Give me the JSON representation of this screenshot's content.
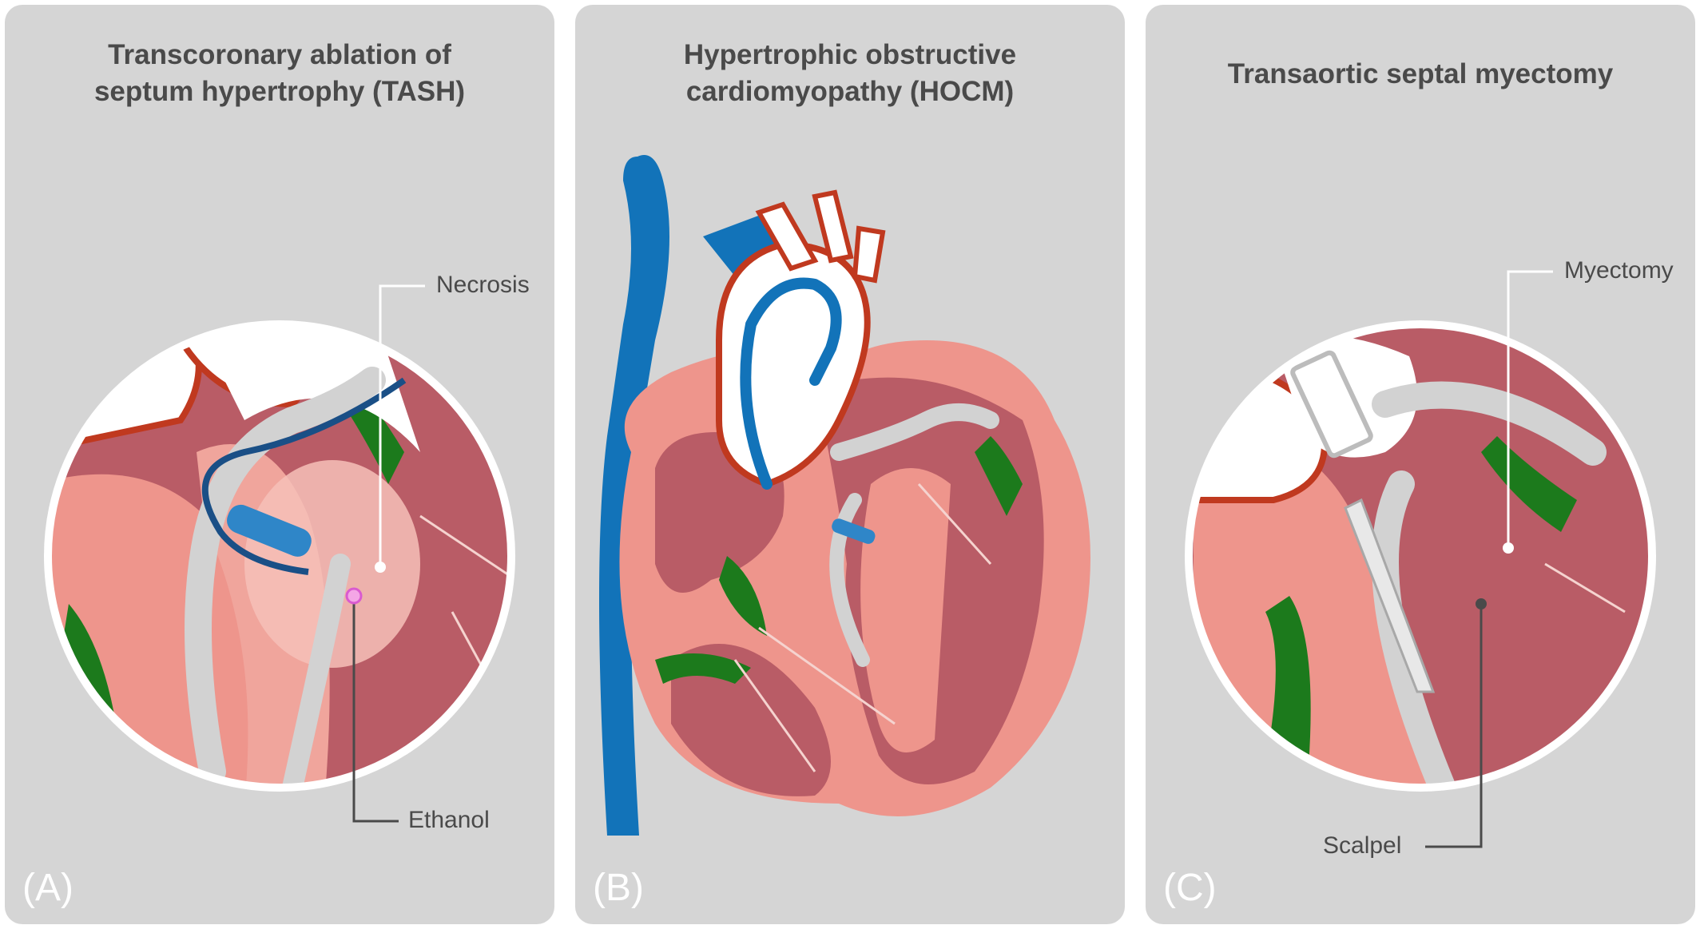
{
  "panels": [
    {
      "label": "(A)",
      "title_line1": "Transcoronary ablation of",
      "title_line2": "septum hypertrophy (TASH)",
      "callouts": [
        "Necrosis",
        "Ethanol"
      ]
    },
    {
      "label": "(B)",
      "title_line1": "Hypertrophic obstructive",
      "title_line2": "cardiomyopathy (HOCM)"
    },
    {
      "label": "(C)",
      "title_line1": "Transaortic septal myectomy",
      "callouts": [
        "Myectomy",
        "Scalpel"
      ]
    }
  ],
  "colors": {
    "panel_bg": "#d5d5d5",
    "muscle": "#b95c66",
    "tissue": "#ee958c",
    "vessel_blue": "#1273b9",
    "rim_red": "#c0391f",
    "green": "#1c7a1c",
    "catheter": "#d2d2d2"
  }
}
